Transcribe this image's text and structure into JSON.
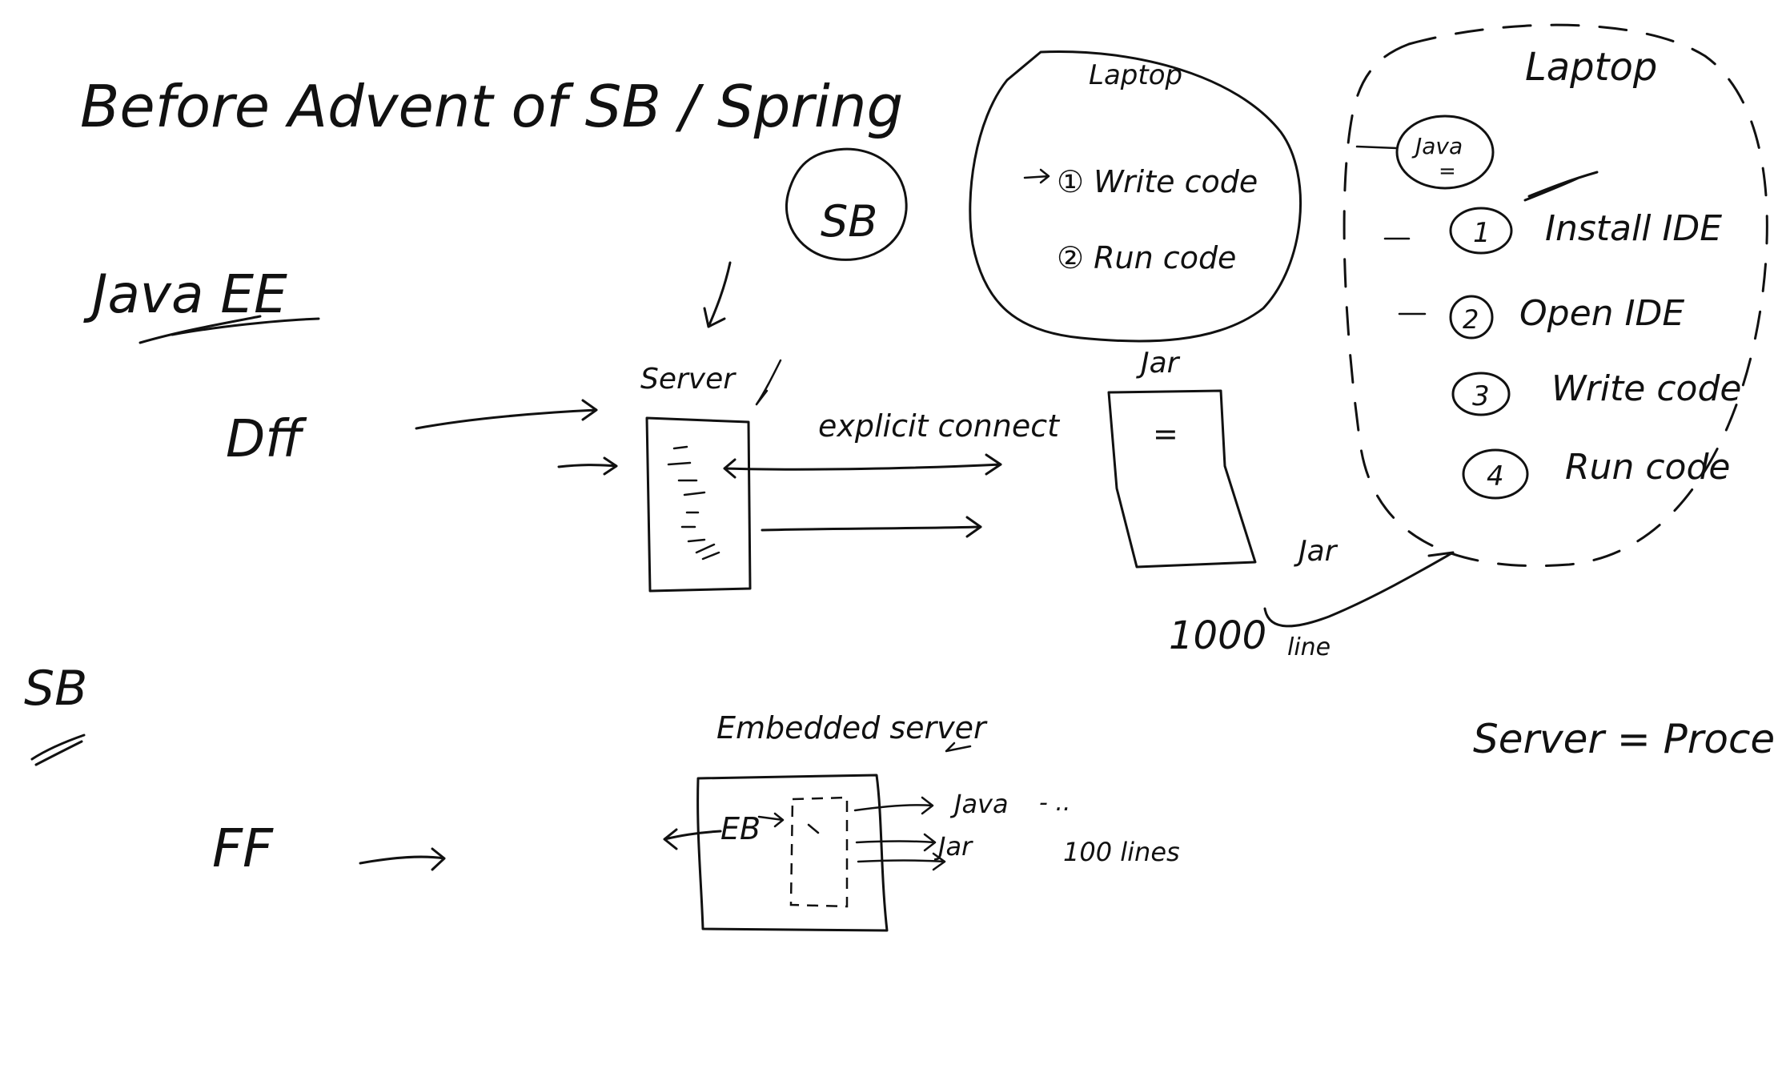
{
  "canvas": {
    "background": "#ffffff",
    "ink_color": "#111111"
  },
  "heading": "Before Advent of SB / Spring",
  "sb_bubble": "SB",
  "java_ee": {
    "label": "Java EE"
  },
  "before_flow": {
    "framework": "Dff",
    "server_label": "Server",
    "explicit_connect": "explicit connect",
    "target_label": "Jar",
    "target_mark": "="
  },
  "laptop_small": {
    "title": "Laptop",
    "steps": [
      "① Write code",
      "② Run code"
    ]
  },
  "laptop_big": {
    "title": "Laptop",
    "java_tag": "Java",
    "java_mark": "=",
    "steps": [
      {
        "num": "1",
        "text": "Install IDE"
      },
      {
        "num": "2",
        "text": "Open IDE"
      },
      {
        "num": "3",
        "text": "Write code"
      },
      {
        "num": "4",
        "text": "Run code"
      }
    ]
  },
  "jar_note": {
    "jar": "Jar",
    "count": "1000",
    "unit": "line"
  },
  "sb_section": {
    "label": "SB",
    "framework": "FF",
    "embedded_server": "Embedded server",
    "eb_box": "EB",
    "outputs": [
      "Java",
      "Jar"
    ],
    "dashes": "- ..",
    "lines_note": "100 lines"
  },
  "equation": "Server = Process"
}
